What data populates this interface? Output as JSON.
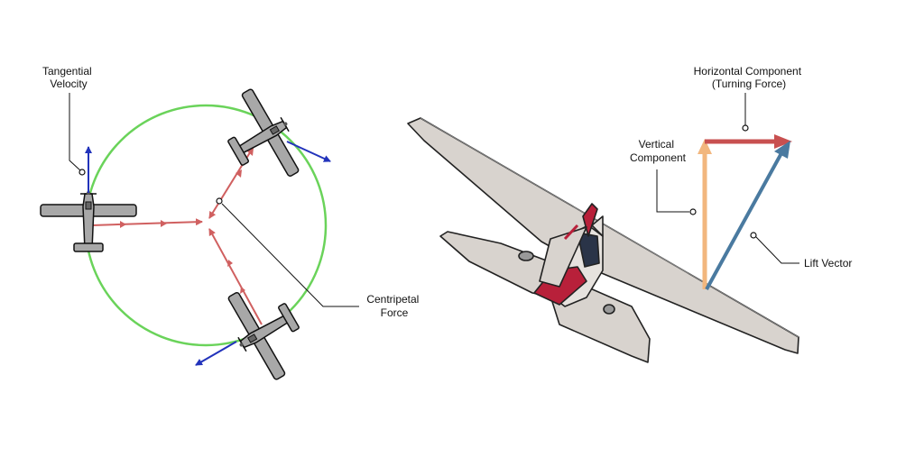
{
  "left_diagram": {
    "labels": {
      "tangential_velocity": [
        "Tangential",
        "Velocity"
      ],
      "centripetal_force": [
        "Centripetal",
        "Force"
      ]
    },
    "icons": [
      "airplane-top-view-icon",
      "airplane-top-view-icon",
      "airplane-top-view-icon"
    ]
  },
  "right_diagram": {
    "labels": {
      "horizontal_component": [
        "Horizontal Component",
        "(Turning Force)"
      ],
      "vertical_component": [
        "Vertical",
        "Component"
      ],
      "lift_vector": "Lift Vector"
    },
    "icons": [
      "floatplane-banking-icon"
    ]
  },
  "colors": {
    "circle_path": "#6ad35a",
    "force_arrow": "#d06060",
    "velocity_arrow": "#2233bb",
    "horizontal_component": "#c85050",
    "vertical_component": "#f2b77e",
    "lift_vector": "#4a7aa0",
    "leader_line": "#111111",
    "aircraft_body": "#a8a8a8",
    "floatplane_accent": "#b8203a"
  }
}
